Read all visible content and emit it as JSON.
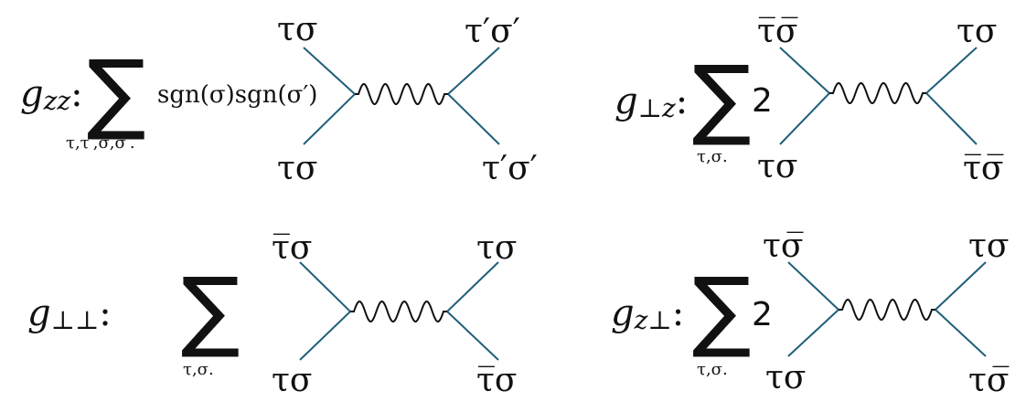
{
  "diagrams": [
    {
      "id": "zz",
      "coupling": {
        "g": "g",
        "sub": "zz",
        "colon": ":"
      },
      "sum": {
        "symbol": "∑",
        "limits": "τ,τ′,σ,σ′."
      },
      "coefficient": "sgn(σ)sgn(σ′)",
      "legs": {
        "in_top": "τσ",
        "in_bottom": "τσ",
        "out_top": "τ′σ′",
        "out_bottom": "τ′σ′"
      }
    },
    {
      "id": "perp-z",
      "coupling": {
        "g": "g",
        "sub": "⊥z",
        "colon": ":"
      },
      "sum": {
        "symbol": "∑",
        "limits": "τ,σ."
      },
      "coefficient": "2",
      "legs": {
        "in_top": "τ̅σ̅",
        "in_bottom": "τσ",
        "out_top": "τσ",
        "out_bottom": "τ̅σ̅"
      }
    },
    {
      "id": "perp-perp",
      "coupling": {
        "g": "g",
        "sub": "⊥⊥",
        "colon": ":"
      },
      "sum": {
        "symbol": "∑",
        "limits": "τ,σ."
      },
      "coefficient": "",
      "legs": {
        "in_top": "τ̅σ",
        "in_bottom": "τσ",
        "out_top": "τσ",
        "out_bottom": "τ̅σ"
      }
    },
    {
      "id": "z-perp",
      "coupling": {
        "g": "g",
        "sub": "z⊥",
        "colon": ":"
      },
      "sum": {
        "symbol": "∑",
        "limits": "τ,σ."
      },
      "coefficient": "2",
      "legs": {
        "in_top": "τσ̅",
        "in_bottom": "τσ",
        "out_top": "τσ",
        "out_bottom": "τσ̅"
      }
    }
  ],
  "colors": {
    "line": "#1f5f7a",
    "wavy": "#111111",
    "text": "#111111"
  }
}
